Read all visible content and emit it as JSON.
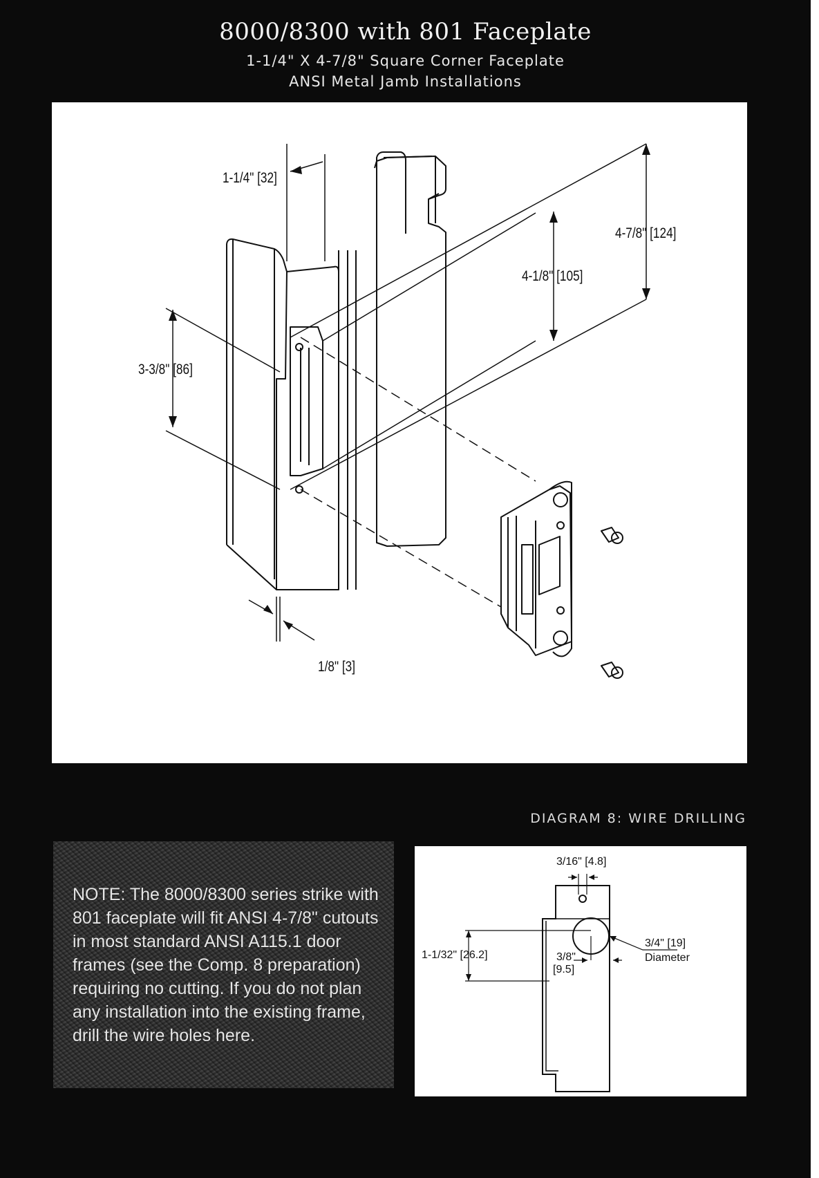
{
  "header": {
    "title": "8000/8300 with 801 Faceplate",
    "subtitle": "1-1/4\" X 4-7/8\" Square Corner Faceplate",
    "subtitle2": "ANSI Metal Jamb Installations"
  },
  "main_diagram": {
    "dimensions": {
      "width_top": "1-1/4\" [32]",
      "height_total": "4-7/8\" [124]",
      "height_inner": "4-1/8\" [105]",
      "cutout_height": "3-3/8\" [86]",
      "offset_bottom": "1/8\" [3]"
    }
  },
  "diagram8": {
    "title": "DIAGRAM 8: WIRE DRILLING",
    "labels": {
      "top_offset": "3/16\" [4.8]",
      "vertical": "1-1/32\" [26.2]",
      "horizontal_line1": "3/8\"",
      "horizontal_line2": "[9.5]",
      "hole_size": "3/4\" [19]",
      "hole_size_desc": "Diameter"
    }
  },
  "note": {
    "text": "NOTE: The 8000/8300 series strike with 801 faceplate will fit ANSI 4-7/8\" cutouts in most standard ANSI A115.1 door frames (see the Comp. 8 preparation) requiring no cutting. If you do not plan any installation into the existing frame, drill the wire holes here."
  }
}
